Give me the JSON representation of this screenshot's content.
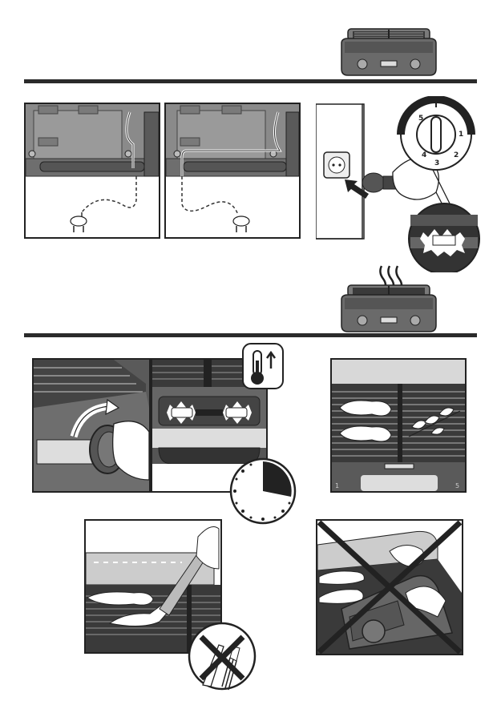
{
  "manual": {
    "section1": {
      "dial_labels": [
        "1",
        "2",
        "3",
        "4",
        "5"
      ]
    },
    "section2": {
      "thermostat_labels": [
        "1",
        "5"
      ]
    }
  },
  "colors": {
    "ink": "#2b2b2b",
    "gray_light": "#c9c9c9",
    "gray_mid": "#8a8a8a",
    "gray_dark": "#4a4a4a",
    "panel_bg": "#d8d8d8"
  },
  "icons": [
    "grill-product-icon",
    "grill-hot-icon",
    "thermometer-up-icon",
    "timer-icon",
    "no-metal-utensil-icon",
    "forbidden-cross-icon",
    "power-outlet-icon",
    "arrow-icon"
  ]
}
